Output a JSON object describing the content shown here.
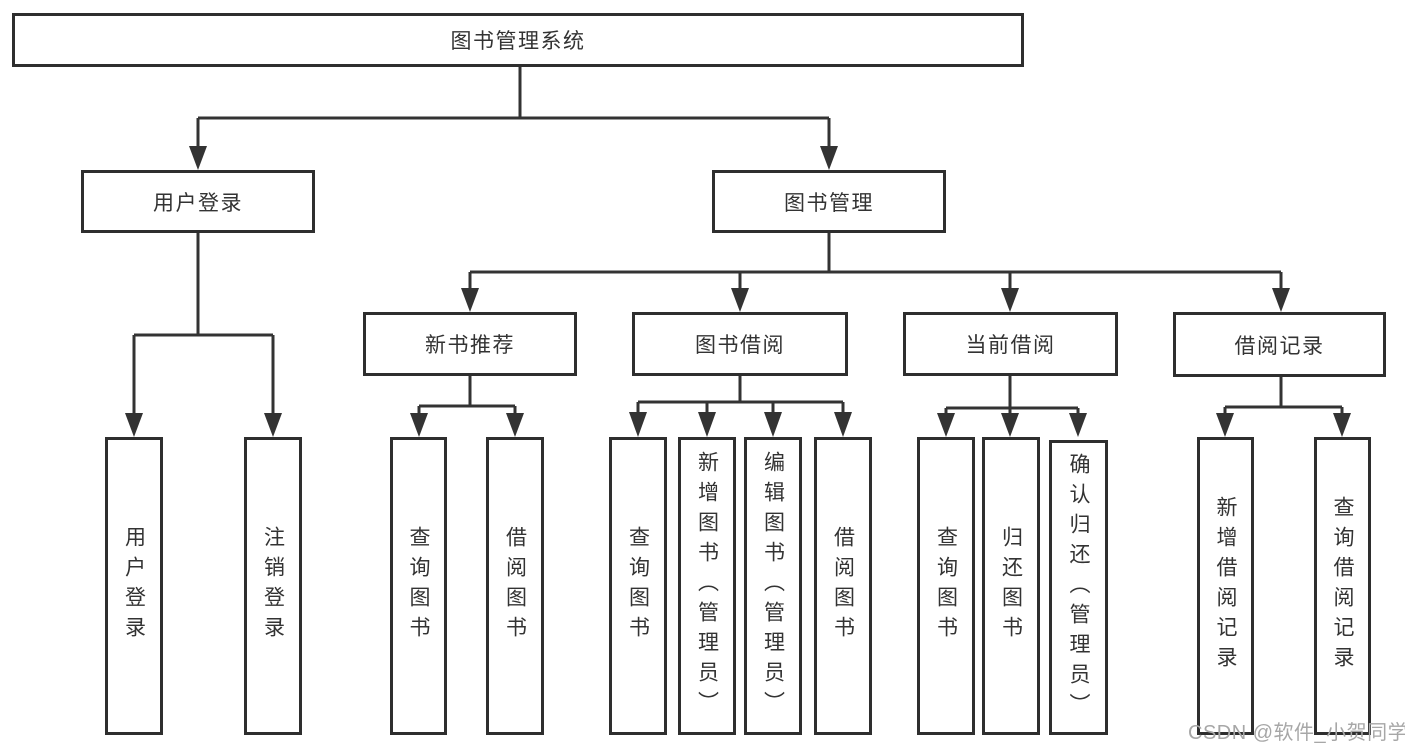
{
  "diagram": {
    "root": {
      "label": "图书管理系统"
    },
    "level1": [
      {
        "label": "用户登录",
        "children": [
          {
            "label": "用户登录"
          },
          {
            "label": "注销登录"
          }
        ]
      },
      {
        "label": "图书管理",
        "children": [
          {
            "label": "新书推荐",
            "children": [
              {
                "label": "查询图书"
              },
              {
                "label": "借阅图书"
              }
            ]
          },
          {
            "label": "图书借阅",
            "children": [
              {
                "label": "查询图书"
              },
              {
                "label": "新增图书（管理员）"
              },
              {
                "label": "编辑图书（管理员）"
              },
              {
                "label": "借阅图书"
              }
            ]
          },
          {
            "label": "当前借阅",
            "children": [
              {
                "label": "查询图书"
              },
              {
                "label": "归还图书"
              },
              {
                "label": "确认归还（管理员）"
              }
            ]
          },
          {
            "label": "借阅记录",
            "children": [
              {
                "label": "新增借阅记录"
              },
              {
                "label": "查询借阅记录"
              }
            ]
          }
        ]
      }
    ]
  },
  "watermark": {
    "text": "CSDN @软件_小贺同学"
  },
  "colors": {
    "line": "#333333",
    "box_border": "#2e2e2e",
    "text": "#333333",
    "watermark": "#a7a7a7",
    "background": "#ffffff"
  }
}
